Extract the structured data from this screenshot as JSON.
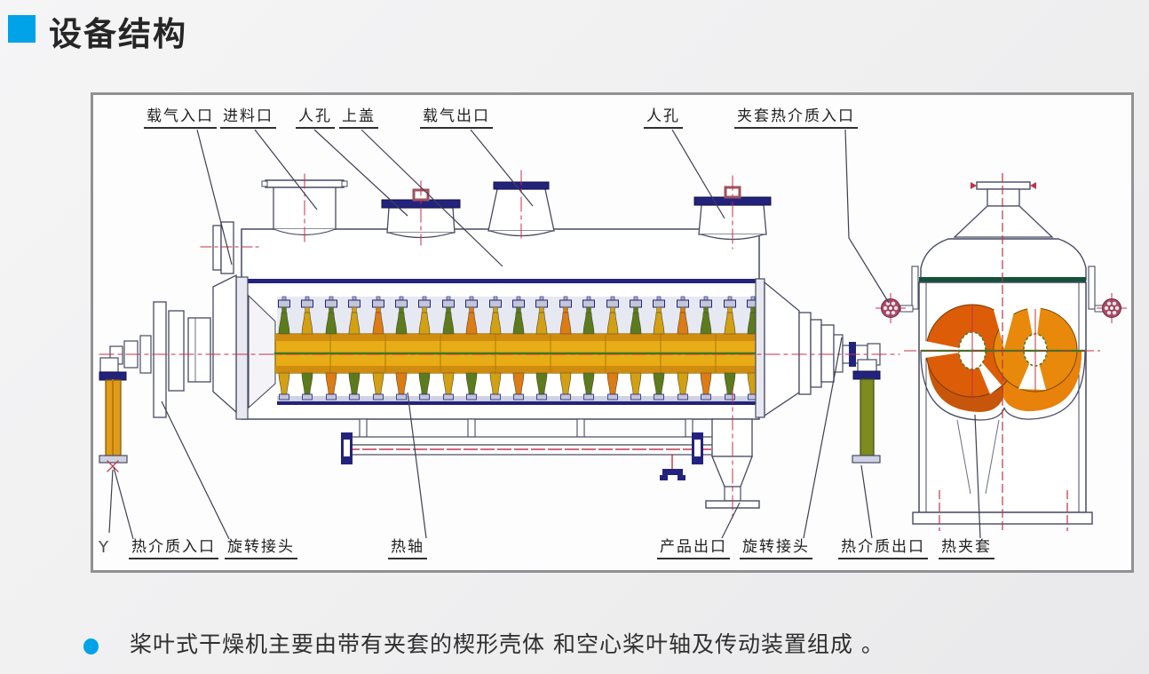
{
  "slide": {
    "title": "设备结构",
    "bullet_text": "桨叶式干燥机主要由带有夹套的楔形壳体 和空心桨叶轴及传动装置组成 。"
  },
  "diagram": {
    "top_labels": [
      "载气入口",
      "进料口",
      "人孔",
      "上盖",
      "载气出口",
      "人孔",
      "夹套热介质入口"
    ],
    "bottom_labels": [
      "Y",
      "热介质入口",
      "旋转接头",
      "热轴",
      "产品出口",
      "旋转接头",
      "热介质出口",
      "热夹套"
    ],
    "colors": {
      "accent": "#00a2e8",
      "drawing_line": "#474a63",
      "navy": "#1b1b7e",
      "centerline_red": "#c23246",
      "shaft_orange": "#e8ac16",
      "paddle_olive": "#5c7b1d",
      "paddle_gold": "#d2a012",
      "paddle_orange": "#dd7b14",
      "disc_left_orange": "#dc5c08",
      "disc_right_orange": "#e8890b",
      "green_centerline": "#2f7d1f"
    }
  }
}
